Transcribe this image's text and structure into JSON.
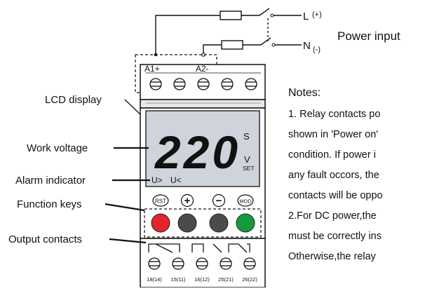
{
  "power": {
    "l_label": "L",
    "l_sign": "(+)",
    "n_label": "N",
    "n_sign": "(-)",
    "input_label": "Power input"
  },
  "terminals_top": {
    "a1": "A1+",
    "a2": "A2-"
  },
  "callouts": {
    "lcd": "LCD display",
    "voltage": "Work voltage",
    "alarm": "Alarm indicator",
    "keys": "Function keys",
    "output": "Output contacts"
  },
  "lcd": {
    "digits": "220",
    "unit_s": "S",
    "unit_v": "V",
    "unit_set": "SET",
    "alarm_high": "U>",
    "alarm_low": "U<"
  },
  "keys": {
    "rst": "RST",
    "plus": "+",
    "minus": "−",
    "mod": "MOD",
    "colors": [
      "#e0262a",
      "#4b4b4b",
      "#4b4b4b",
      "#159a3d"
    ]
  },
  "output_pins": [
    "18(14)",
    "15(11)",
    "16(12)",
    "25(21)",
    "26(22)"
  ],
  "notes": {
    "title": "Notes:",
    "lines": [
      "1. Relay contacts po",
      "shown in 'Power on'",
      "condition. If power i",
      "any fault occors, the",
      "contacts will be oppo",
      "2.For DC power,the",
      "must be correctly ins",
      "Otherwise,the relay"
    ]
  }
}
